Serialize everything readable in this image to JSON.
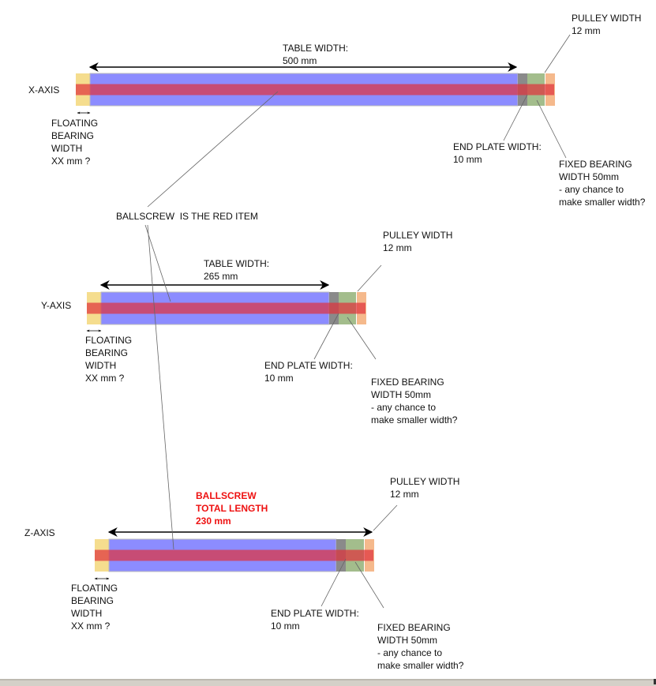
{
  "colors": {
    "floating_bearing": "#f5dd8e",
    "table": "#8c8cff",
    "ballscrew": "#e0303a",
    "end_plate": "#8a8a8a",
    "fixed_bearing": "#a3bd8c",
    "pulley": "#f5b98c",
    "leader_line": "#666666",
    "emphasis_text": "#ee1111"
  },
  "shared_note": "BALLSCREW  IS THE RED ITEM",
  "axes": [
    {
      "name": "X-AXIS",
      "dimension_label": "TABLE WIDTH:",
      "dimension_value": "500 mm",
      "dimension_emphasis": false,
      "pulley_label": "PULLEY WIDTH",
      "pulley_value": "12 mm",
      "floating_label": [
        "FLOATING",
        "BEARING",
        "WIDTH",
        "XX mm ?"
      ],
      "end_plate_label": "END PLATE WIDTH:",
      "end_plate_value": "10 mm",
      "fixed_label": [
        "FIXED BEARING",
        "WIDTH 50mm",
        "- any chance to",
        "make smaller width?"
      ]
    },
    {
      "name": "Y-AXIS",
      "dimension_label": "TABLE WIDTH:",
      "dimension_value": "265 mm",
      "dimension_emphasis": false,
      "pulley_label": "PULLEY WIDTH",
      "pulley_value": "12 mm",
      "floating_label": [
        "FLOATING",
        "BEARING",
        "WIDTH",
        "XX mm ?"
      ],
      "end_plate_label": "END PLATE WIDTH:",
      "end_plate_value": "10 mm",
      "fixed_label": [
        "FIXED BEARING",
        "WIDTH 50mm",
        "- any chance to",
        "make smaller width?"
      ]
    },
    {
      "name": "Z-AXIS",
      "dimension_label": "BALLSCREW",
      "dimension_label2": "TOTAL LENGTH",
      "dimension_value": "230 mm",
      "dimension_emphasis": true,
      "pulley_label": "PULLEY WIDTH",
      "pulley_value": "12 mm",
      "floating_label": [
        "FLOATING",
        "BEARING",
        "WIDTH",
        "XX mm ?"
      ],
      "end_plate_label": "END PLATE WIDTH:",
      "end_plate_value": "10 mm",
      "fixed_label": [
        "FIXED BEARING",
        "WIDTH 50mm",
        "- any chance to",
        "make smaller width?"
      ]
    }
  ]
}
